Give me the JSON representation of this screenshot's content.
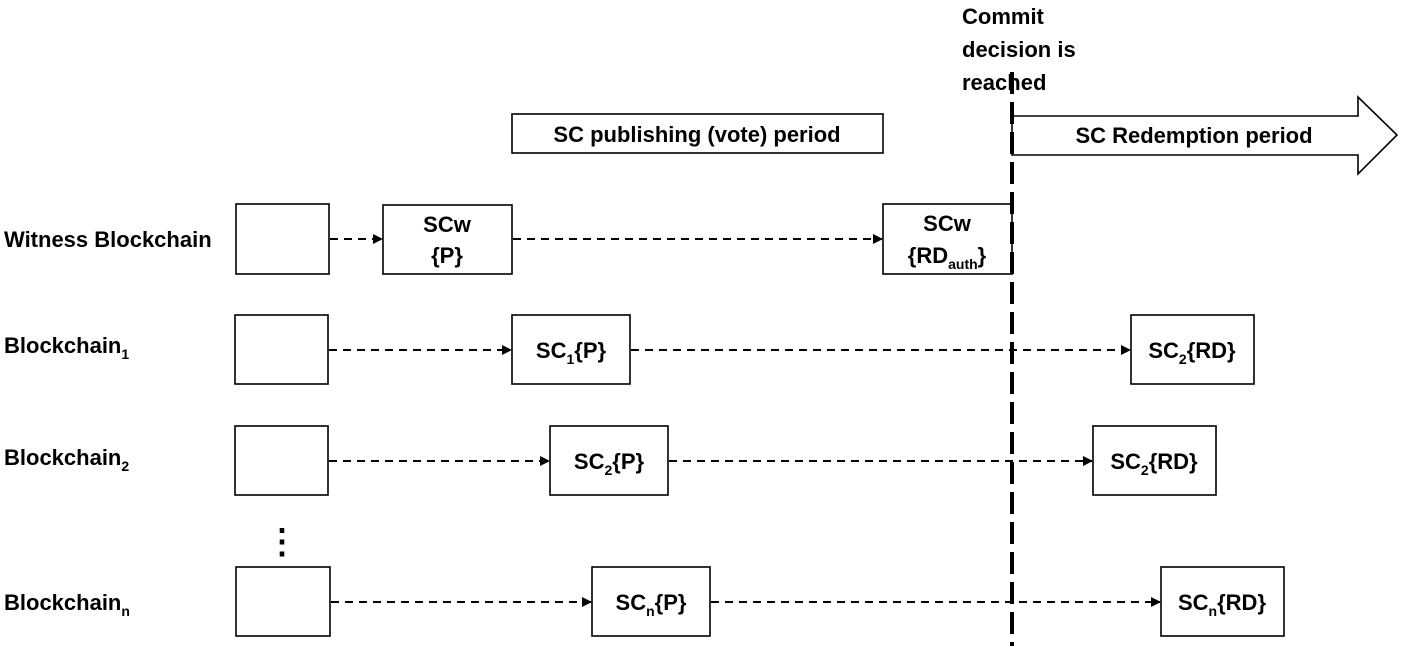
{
  "header": {
    "commit_line1": "Commit",
    "commit_line2": "decision is",
    "commit_line3": "reached",
    "publishing_period": "SC publishing (vote) period",
    "redemption_period": "SC Redemption period"
  },
  "rows": {
    "witness": {
      "label": "Witness Blockchain",
      "publish_line1": "SCw",
      "publish_line2": "{P}",
      "auth_line1": "SCw",
      "auth_line2_prefix": "{RD",
      "auth_line2_sub": "auth",
      "auth_line2_suffix": "}"
    },
    "chain1": {
      "label_main": "Blockchain",
      "label_sub": "1",
      "publish_main": "SC",
      "publish_sub": "1",
      "publish_rest": "{P}",
      "redeem_main": "SC",
      "redeem_sub": "2",
      "redeem_rest": "{RD}"
    },
    "chain2": {
      "label_main": "Blockchain",
      "label_sub": "2",
      "publish_main": "SC",
      "publish_sub": "2",
      "publish_rest": "{P}",
      "redeem_main": "SC",
      "redeem_sub": "2",
      "redeem_rest": "{RD}"
    },
    "chainn": {
      "label_main": "Blockchain",
      "label_sub": "n",
      "publish_main": "SC",
      "publish_sub": "n",
      "publish_rest": "{P}",
      "redeem_main": "SC",
      "redeem_sub": "n",
      "redeem_rest": "{RD}"
    }
  },
  "ellipsis": "⋮"
}
